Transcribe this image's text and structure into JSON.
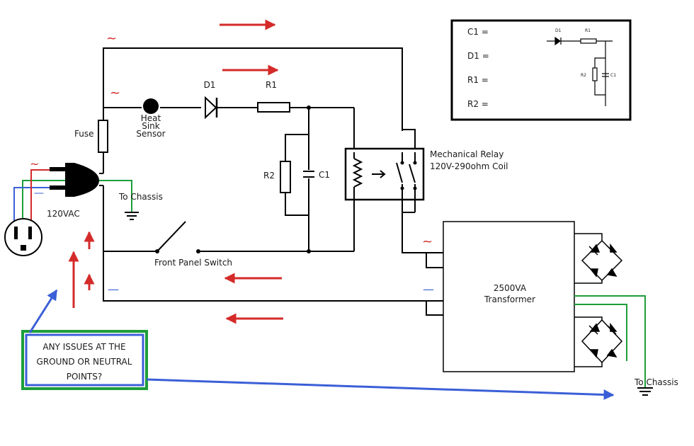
{
  "labels": {
    "fuse": "Fuse",
    "heat_sink_line1": "Heat",
    "heat_sink_line2": "Sink",
    "heat_sink_line3": "Sensor",
    "d1": "D1",
    "r1": "R1",
    "r2": "R2",
    "c1": "C1",
    "relay_line1": "Mechanical Relay",
    "relay_line2": "120V-290ohm Coil",
    "to_chassis_top": "To Chassis",
    "input_voltage": "120VAC",
    "front_panel_switch": "Front Panel Switch",
    "transformer_line1": "2500VA",
    "transformer_line2": "Transformer",
    "to_chassis_bottom": "To Chassis",
    "annotation_line1": "ANY ISSUES AT THE",
    "annotation_line2": "GROUND OR NEUTRAL",
    "annotation_line3": "POINTS?"
  },
  "inset": {
    "values": [
      {
        "label": "C1 ="
      },
      {
        "label": "D1 ="
      },
      {
        "label": "R1 ="
      },
      {
        "label": "R2 ="
      }
    ],
    "mini_labels": {
      "d1": "D1",
      "r1": "R1",
      "r2": "R2",
      "c1": "C1"
    }
  },
  "symbols": {
    "ac": "~",
    "neutral": "—"
  },
  "colors": {
    "wire": "#000000",
    "arrow_red": "#d42a2a",
    "ground_green": "#1e9e3a",
    "neutral_blue": "#3a5fd6",
    "annotation_border_green": "#1e9e3a",
    "annotation_border_blue": "#3a5fd6"
  }
}
